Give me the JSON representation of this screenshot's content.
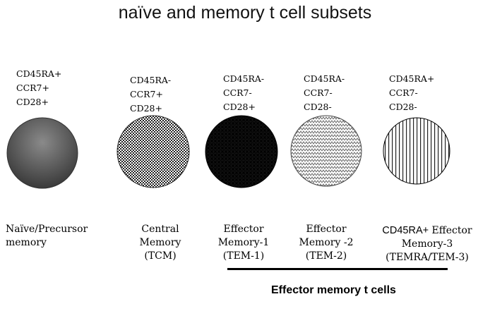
{
  "title": "naïve and memory t cell subsets",
  "subsets": [
    {
      "markers": [
        "CD45RA+",
        "CCR7+",
        "CD28+"
      ],
      "label_lines": [
        "Naïve/Precursor",
        "memory"
      ],
      "pattern": "solid-gradient-gray"
    },
    {
      "markers": [
        "CD45RA-",
        "CCR7+",
        "CD28+"
      ],
      "label_lines": [
        "Central",
        "Memory",
        "(TCM)"
      ],
      "pattern": "fine-checker"
    },
    {
      "markers": [
        "CD45RA-",
        "CCR7-",
        "CD28+"
      ],
      "label_lines": [
        "Effector",
        "Memory-1",
        "(TEM-1)"
      ],
      "pattern": "dense-crosshatch"
    },
    {
      "markers": [
        "CD45RA-",
        "CCR7-",
        "CD28-"
      ],
      "label_lines": [
        "Effector",
        "Memory -2",
        "(TEM-2)"
      ],
      "pattern": "zigzag"
    },
    {
      "markers": [
        "CD45RA+",
        "CCR7-",
        "CD28-"
      ],
      "label_prefix": "CD45RA+",
      "label_lines": [
        "Effector",
        "Memory-3",
        "(TEMRA/TEM-3)"
      ],
      "pattern": "vertical-stripes"
    }
  ],
  "group_label": "Effector memory t cells"
}
